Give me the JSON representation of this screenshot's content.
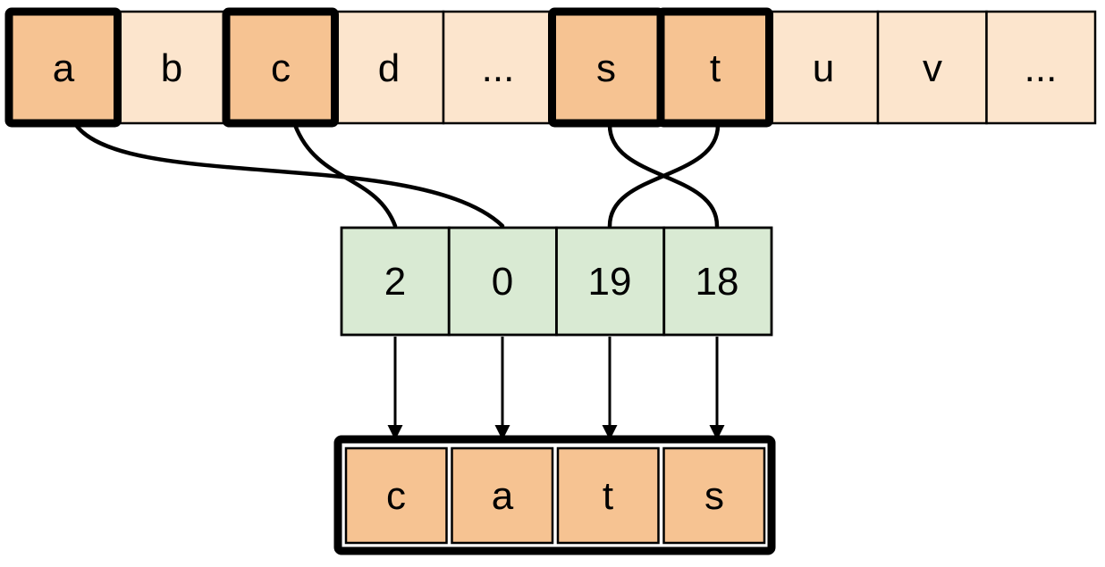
{
  "colors": {
    "background": "#ffffff",
    "cell_plain": "#fce5cd",
    "cell_highlight": "#f6c392",
    "cell_index": "#d9ead3",
    "stroke": "#000000"
  },
  "alphabet_row": {
    "description": "array of characters, highlighted cells are the letters of the output word",
    "cells": [
      {
        "label": "a",
        "highlighted": true
      },
      {
        "label": "b",
        "highlighted": false
      },
      {
        "label": "c",
        "highlighted": true
      },
      {
        "label": "d",
        "highlighted": false
      },
      {
        "label": "...",
        "highlighted": false
      },
      {
        "label": "s",
        "highlighted": true
      },
      {
        "label": "t",
        "highlighted": true
      },
      {
        "label": "u",
        "highlighted": false
      },
      {
        "label": "v",
        "highlighted": false
      },
      {
        "label": "...",
        "highlighted": false
      }
    ]
  },
  "index_row": {
    "description": "index values of the selected characters",
    "cells": [
      {
        "label": "2"
      },
      {
        "label": "0"
      },
      {
        "label": "19"
      },
      {
        "label": "18"
      }
    ]
  },
  "output_row": {
    "description": "decoded output word",
    "cells": [
      {
        "label": "c"
      },
      {
        "label": "a"
      },
      {
        "label": "t"
      },
      {
        "label": "s"
      }
    ]
  },
  "mappings": {
    "curves_alphabet_to_index": [
      {
        "from": "a",
        "to": "0"
      },
      {
        "from": "c",
        "to": "2"
      },
      {
        "from": "s",
        "to": "18"
      },
      {
        "from": "t",
        "to": "19"
      }
    ],
    "arrows_index_to_output": [
      {
        "from": "2",
        "to": "c"
      },
      {
        "from": "0",
        "to": "a"
      },
      {
        "from": "19",
        "to": "t"
      },
      {
        "from": "18",
        "to": "s"
      }
    ]
  }
}
